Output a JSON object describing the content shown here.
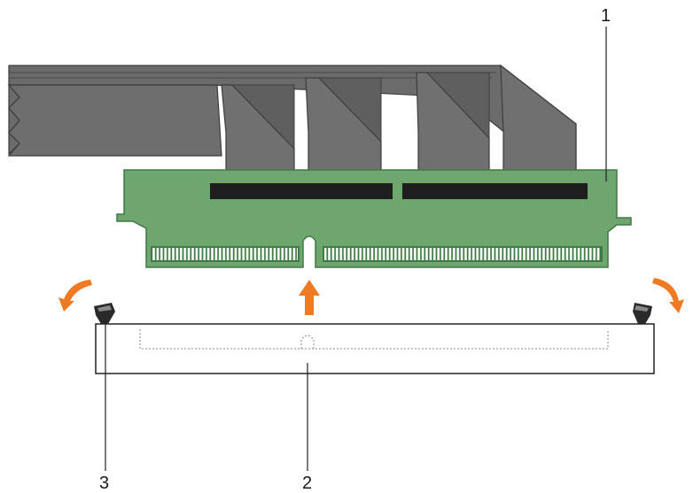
{
  "callouts": [
    {
      "id": "1",
      "label": "1"
    },
    {
      "id": "2",
      "label": "2"
    },
    {
      "id": "3",
      "label": "3"
    }
  ],
  "colors": {
    "card": "#6fa56f",
    "card_edge": "#4e8a52",
    "cable": "#6b6b6b",
    "cable_dark": "#4a4a4a",
    "connector": "#1e1e1e",
    "pins": "#ffffff",
    "arrow": "#f07a24",
    "slot_outline": "#222222",
    "leader": "#222222"
  }
}
